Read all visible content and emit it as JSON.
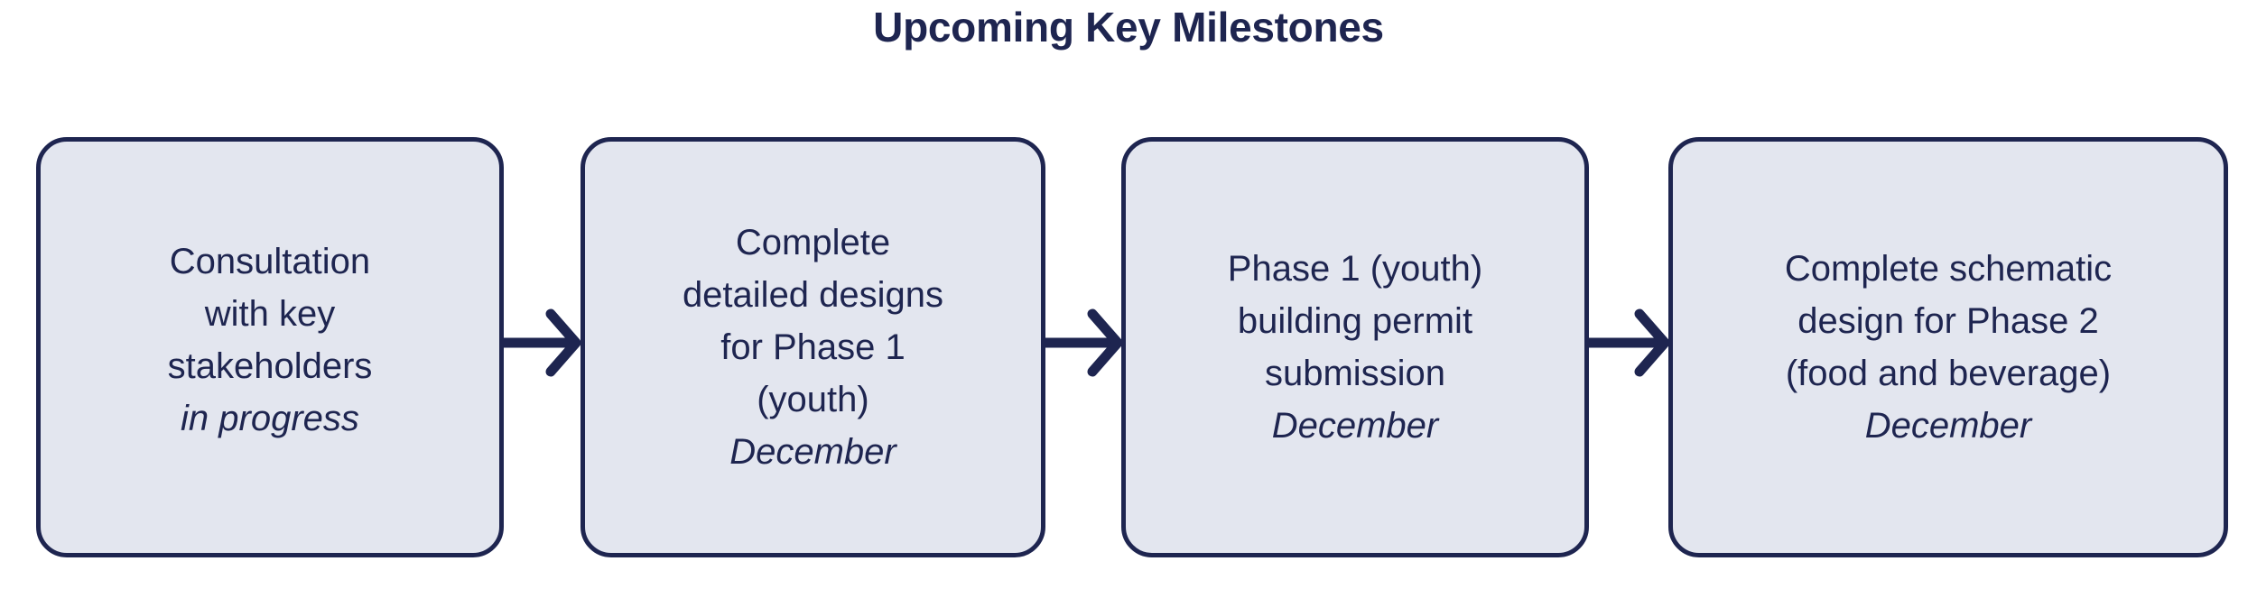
{
  "title": "Upcoming Key Milestones",
  "colors": {
    "background": "#ffffff",
    "box_fill": "#e3e6ef",
    "box_border": "#1e2550",
    "text": "#1e2550",
    "arrow": "#1e2550"
  },
  "flow": {
    "arrow_icon_name": "arrow-right-icon",
    "steps": [
      {
        "id": "consultation-with-key-stakeholders",
        "lines": [
          "Consultation",
          "with key",
          "stakeholders"
        ],
        "status": "in progress",
        "status_is_italic": true
      },
      {
        "id": "complete-detailed-designs-phase-1",
        "lines": [
          "Complete",
          "detailed designs",
          "for Phase 1",
          "(youth)"
        ],
        "status": "December",
        "status_is_italic": true
      },
      {
        "id": "phase-1-building-permit-submission",
        "lines": [
          "Phase 1 (youth)",
          "building permit",
          "submission"
        ],
        "status": "December",
        "status_is_italic": true
      },
      {
        "id": "complete-schematic-design-phase-2",
        "lines": [
          "Complete schematic",
          "design for Phase 2",
          "(food and beverage)"
        ],
        "status": "December",
        "status_is_italic": true
      }
    ],
    "arrows": [
      {
        "from": "consultation-with-key-stakeholders",
        "to": "complete-detailed-designs-phase-1"
      },
      {
        "from": "complete-detailed-designs-phase-1",
        "to": "phase-1-building-permit-submission"
      },
      {
        "from": "phase-1-building-permit-submission",
        "to": "complete-schematic-design-phase-2"
      }
    ]
  }
}
